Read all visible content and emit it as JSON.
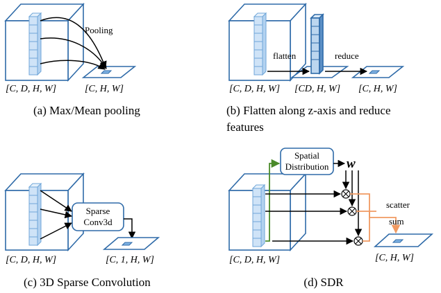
{
  "panel_a": {
    "pooling_label": "Pooling",
    "input_shape": "[C, D, H, W]",
    "output_shape": "[C, H, W]",
    "caption": "(a) Max/Mean pooling"
  },
  "panel_b": {
    "flatten_label": "flatten",
    "reduce_label": "reduce",
    "input_shape": "[C, D, H, W]",
    "mid_shape": "[CD, H, W]",
    "output_shape": "[C, H, W]",
    "caption_line1": "(b) Flatten along z-axis and reduce",
    "caption_line2": "features"
  },
  "panel_c": {
    "box_line1": "Sparse",
    "box_line2": "Conv3d",
    "input_shape": "[C, D, H, W]",
    "output_shape": "[C, 1, H, W]",
    "caption": "(c) 3D Sparse Convolution"
  },
  "panel_d": {
    "box_line1": "Spatial",
    "box_line2": "Distribution",
    "weight_symbol": "w",
    "scatter_line1": "scatter",
    "scatter_line2": "sum",
    "input_shape": "[C, D, H, W]",
    "output_shape": "[C, H, W]",
    "caption": "(d) SDR"
  },
  "colors": {
    "cube": "#2e6aa8",
    "voxel": "#cfe3f7",
    "green_arrow": "#4a8a2a",
    "orange_arrow": "#f09a62"
  }
}
